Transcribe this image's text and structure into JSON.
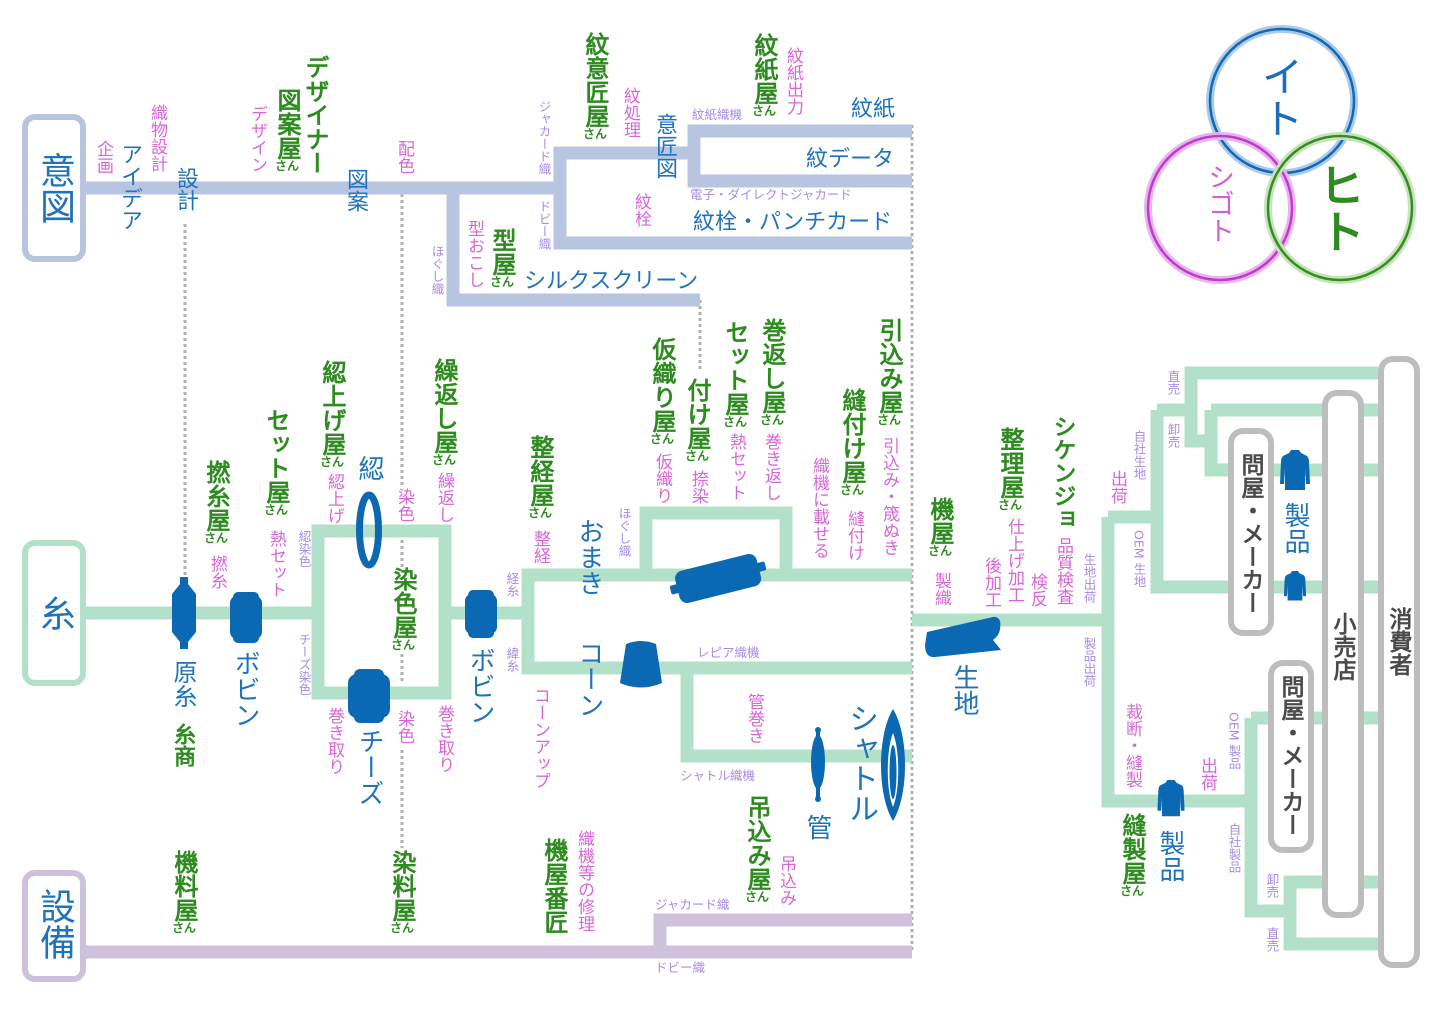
{
  "colors": {
    "role": "#2e8b1f",
    "process": "#d866d8",
    "route": "#a98be6",
    "material": "#1f73bd",
    "intent_line": "#b8c5e1",
    "yarn_line": "#b3e0c8",
    "equipment_line": "#cfc0dc",
    "icon": "#0b69b3"
  },
  "venn": {
    "ito": "イト",
    "shigoto": "シゴト",
    "hito": "ヒト"
  },
  "categories": {
    "intent": "意図",
    "yarn": "糸",
    "equipment": "設備"
  },
  "roles": {
    "designer": {
      "name": "デザイナー",
      "suffix": ""
    },
    "zuanya": {
      "name": "図案屋",
      "suffix": "さん"
    },
    "kataya": {
      "name": "型屋",
      "suffix": "さん"
    },
    "monishoya": {
      "name": "紋意匠屋",
      "suffix": "さん"
    },
    "monshiya": {
      "name": "紋紙屋",
      "suffix": "さん"
    },
    "itosho": {
      "name": "糸商",
      "suffix": ""
    },
    "nenshiya": {
      "name": "撚糸屋",
      "suffix": "さん"
    },
    "setya_yarn": {
      "name": "セット屋",
      "suffix": "さん"
    },
    "kaseageya": {
      "name": "綛上げ屋",
      "suffix": "さん"
    },
    "kurikaeshiya": {
      "name": "繰返し屋",
      "suffix": "さん"
    },
    "senshokuya": {
      "name": "染色屋",
      "suffix": "さん"
    },
    "seikeiya": {
      "name": "整経屋",
      "suffix": "さん"
    },
    "karioriya": {
      "name": "仮織り屋",
      "suffix": "さん"
    },
    "tsukeya": {
      "name": "付け屋",
      "suffix": "さん"
    },
    "setya_warp": {
      "name": "セット屋",
      "suffix": "さん"
    },
    "makikaeshiya": {
      "name": "巻返し屋",
      "suffix": "さん"
    },
    "nuitsukeya": {
      "name": "縫付け屋",
      "suffix": "さん"
    },
    "hikikomiya": {
      "name": "引込み屋",
      "suffix": "さん"
    },
    "tsurikomiya": {
      "name": "吊込み屋",
      "suffix": "さん"
    },
    "hataya_bansho": {
      "name": "機屋番匠",
      "suffix": ""
    },
    "kiryoya": {
      "name": "機料屋",
      "suffix": "さん"
    },
    "senryoya": {
      "name": "染料屋",
      "suffix": "さん"
    },
    "hataya": {
      "name": "機屋",
      "suffix": "さん"
    },
    "seiriya": {
      "name": "整理屋",
      "suffix": "さん"
    },
    "shikenjo": {
      "name": "シケンジョ",
      "suffix": ""
    },
    "hoseiya": {
      "name": "縫製屋",
      "suffix": "さん"
    }
  },
  "processes": {
    "planning": "企画",
    "textile_design": "織物設計",
    "design": "デザイン",
    "coloring": "配色",
    "pattern_making": "型おこし",
    "mon_processing": "紋処理",
    "mon_peg": "紋栓",
    "mon_card_output": "紋紙出力",
    "twisting": "撚糸",
    "heat_set_yarn": "熱セット",
    "kase_winding": "綛上げ",
    "dyeing_kase": "染色",
    "rewinding": "繰返し",
    "winding_left": "巻き取り",
    "dyeing_cheese": "染色",
    "winding_right": "巻き取り",
    "warping": "整経",
    "cone_up": "コーンアップ",
    "temp_weaving": "仮織り",
    "printing": "捺染",
    "heat_set_warp": "熱セット",
    "rewinding_warp": "巻き返し",
    "loading_loom": "織機に載せる",
    "sewing_on": "縫付け",
    "drawing_in": "引込み・筬ぬき",
    "pirn_winding": "管巻き",
    "harness_building": "吊込み",
    "loom_repair": "織機等の修理",
    "weaving": "製織",
    "post_processing": "後加工",
    "finishing": "仕上げ加工",
    "inspection": "検反",
    "quality_check": "品質検査",
    "shipping_fabric": "出荷",
    "cutting_sewing": "裁断・縫製",
    "shipping_product": "出荷"
  },
  "materials": {
    "idea": "アイデア",
    "plan": "設計",
    "zuan": "図案",
    "silkscreen": "シルクスクリーン",
    "ishozu": "意匠図",
    "monshi": "紋紙",
    "mon_data": "紋データ",
    "punch_card": "紋栓・パンチカード",
    "raw_yarn": "原糸",
    "bobbin_1": "ボビン",
    "kase": "綛",
    "cheese": "チーズ",
    "bobbin_2": "ボビン",
    "omaki": "おまき",
    "cone": "コーン",
    "pirn": "管",
    "shuttle": "シャトル",
    "fabric": "生地",
    "product_1": "製品",
    "product_2": "製品"
  },
  "routes": {
    "hogushi_1": "ほぐし織",
    "jacquard_1": "ジャカード織",
    "dobby_1": "ドビー織",
    "card_loom": "紋紙織機",
    "electronic_jacquard": "電子・ダイレクトジャカード",
    "kase_dyeing": "綛染色",
    "cheese_dyeing": "チーズ染色",
    "warp": "経糸",
    "weft": "緯糸",
    "hogushi_2": "ほぐし織",
    "rapier": "レピア織機",
    "shuttle_loom": "シャトル織機",
    "jacquard_2": "ジャカード織",
    "dobby_2": "ドビー織",
    "fabric_shipping": "生地出荷",
    "product_shipping": "製品出荷",
    "own_fabric": "自社生地",
    "oem_fabric": "OEM 生地",
    "direct_1": "直売",
    "wholesale_1": "卸売",
    "oem_product": "OEM 製品",
    "own_product": "自社製品",
    "wholesale_2": "卸売",
    "direct_2": "直売"
  },
  "destinations": {
    "wholesaler_maker_1": "問屋・メーカー",
    "wholesaler_maker_2": "問屋・メーカー",
    "retailer": "小売店",
    "consumer": "消費者"
  }
}
